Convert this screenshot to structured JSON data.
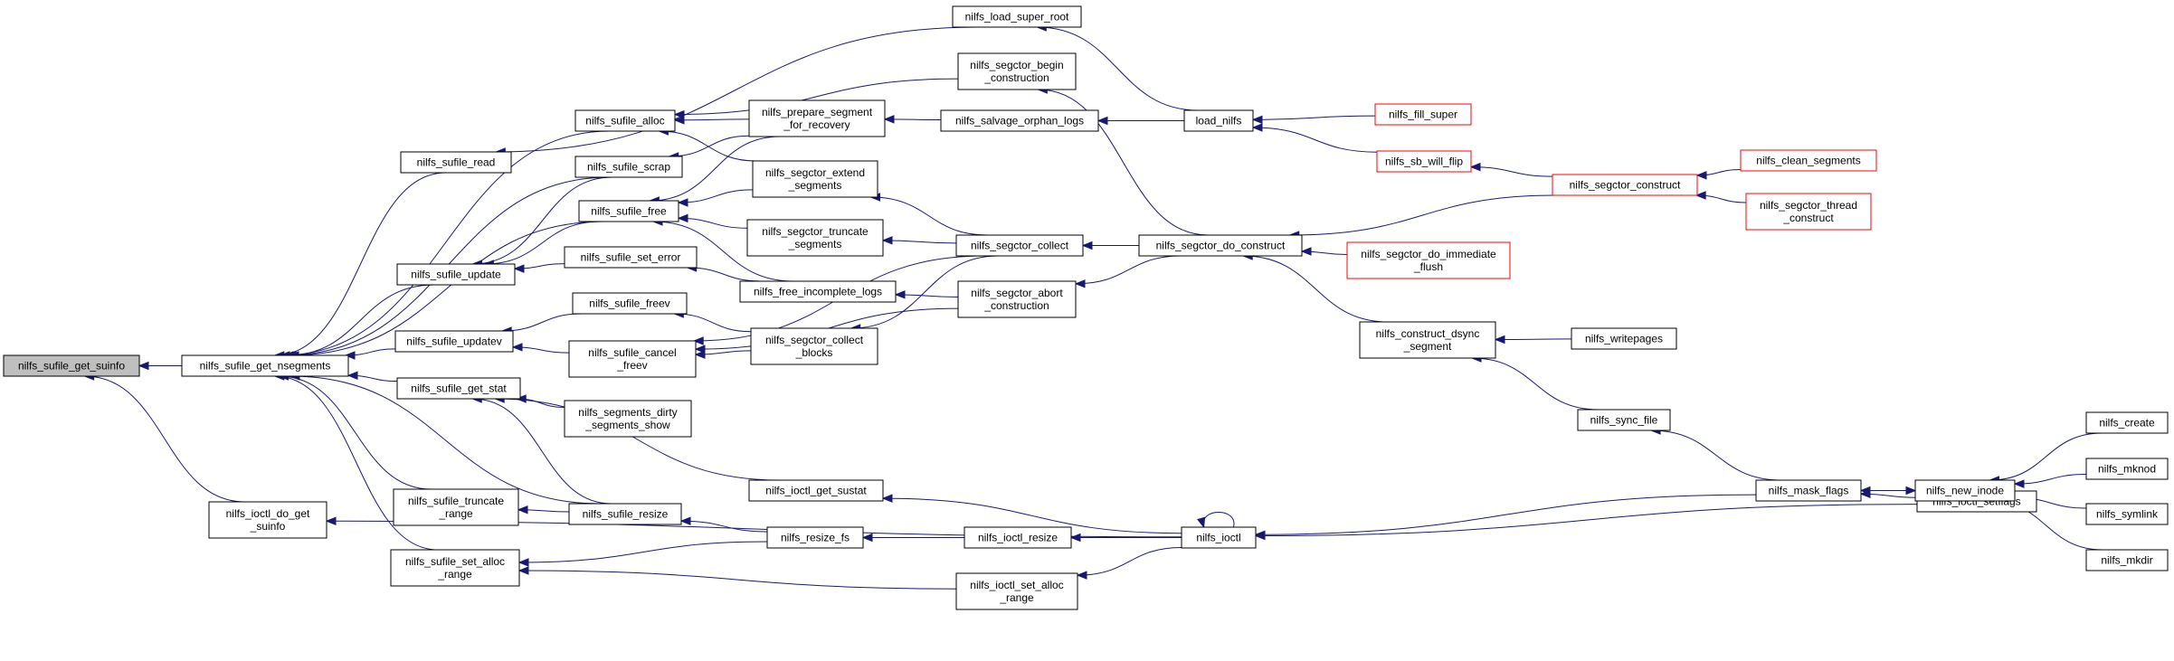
{
  "graph": {
    "nodes": [
      {
        "id": "get_suinfo",
        "lines": [
          "nilfs_sufile_get_suinfo"
        ],
        "style": "root"
      },
      {
        "id": "get_nsegments",
        "lines": [
          "nilfs_sufile_get_nsegments"
        ],
        "style": "normal"
      },
      {
        "id": "ioctl_do_get_suinfo",
        "lines": [
          "nilfs_ioctl_do_get",
          "_suinfo"
        ],
        "style": "normal"
      },
      {
        "id": "sufile_read",
        "lines": [
          "nilfs_sufile_read"
        ],
        "style": "normal"
      },
      {
        "id": "sufile_alloc",
        "lines": [
          "nilfs_sufile_alloc"
        ],
        "style": "normal"
      },
      {
        "id": "sufile_scrap",
        "lines": [
          "nilfs_sufile_scrap"
        ],
        "style": "normal"
      },
      {
        "id": "sufile_free",
        "lines": [
          "nilfs_sufile_free"
        ],
        "style": "normal"
      },
      {
        "id": "sufile_update",
        "lines": [
          "nilfs_sufile_update"
        ],
        "style": "normal"
      },
      {
        "id": "sufile_set_error",
        "lines": [
          "nilfs_sufile_set_error"
        ],
        "style": "normal"
      },
      {
        "id": "sufile_freev",
        "lines": [
          "nilfs_sufile_freev"
        ],
        "style": "normal"
      },
      {
        "id": "sufile_updatev",
        "lines": [
          "nilfs_sufile_updatev"
        ],
        "style": "normal"
      },
      {
        "id": "sufile_cancel_freev",
        "lines": [
          "nilfs_sufile_cancel",
          "_freev"
        ],
        "style": "normal"
      },
      {
        "id": "sufile_get_stat",
        "lines": [
          "nilfs_sufile_get_stat"
        ],
        "style": "normal"
      },
      {
        "id": "segments_dirty_show",
        "lines": [
          "nilfs_segments_dirty",
          "_segments_show"
        ],
        "style": "normal"
      },
      {
        "id": "sufile_truncate_range",
        "lines": [
          "nilfs_sufile_truncate",
          "_range"
        ],
        "style": "normal"
      },
      {
        "id": "sufile_resize",
        "lines": [
          "nilfs_sufile_resize"
        ],
        "style": "normal"
      },
      {
        "id": "sufile_set_alloc_range",
        "lines": [
          "nilfs_sufile_set_alloc",
          "_range"
        ],
        "style": "normal"
      },
      {
        "id": "load_super_root",
        "lines": [
          "nilfs_load_super_root"
        ],
        "style": "normal"
      },
      {
        "id": "segctor_begin_construction",
        "lines": [
          "nilfs_segctor_begin",
          "_construction"
        ],
        "style": "normal"
      },
      {
        "id": "prepare_segment_for_recovery",
        "lines": [
          "nilfs_prepare_segment",
          "_for_recovery"
        ],
        "style": "normal"
      },
      {
        "id": "segctor_extend_segments",
        "lines": [
          "nilfs_segctor_extend",
          "_segments"
        ],
        "style": "normal"
      },
      {
        "id": "segctor_truncate_segments",
        "lines": [
          "nilfs_segctor_truncate",
          "_segments"
        ],
        "style": "normal"
      },
      {
        "id": "free_incomplete_logs",
        "lines": [
          "nilfs_free_incomplete_logs"
        ],
        "style": "normal"
      },
      {
        "id": "segctor_collect_blocks",
        "lines": [
          "nilfs_segctor_collect",
          "_blocks"
        ],
        "style": "normal"
      },
      {
        "id": "ioctl_get_sustat",
        "lines": [
          "nilfs_ioctl_get_sustat"
        ],
        "style": "normal"
      },
      {
        "id": "resize_fs",
        "lines": [
          "nilfs_resize_fs"
        ],
        "style": "normal"
      },
      {
        "id": "salvage_orphan_logs",
        "lines": [
          "nilfs_salvage_orphan_logs"
        ],
        "style": "normal"
      },
      {
        "id": "segctor_collect",
        "lines": [
          "nilfs_segctor_collect"
        ],
        "style": "normal"
      },
      {
        "id": "segctor_abort_construction",
        "lines": [
          "nilfs_segctor_abort",
          "_construction"
        ],
        "style": "normal"
      },
      {
        "id": "ioctl_resize",
        "lines": [
          "nilfs_ioctl_resize"
        ],
        "style": "normal"
      },
      {
        "id": "ioctl_set_alloc_range",
        "lines": [
          "nilfs_ioctl_set_alloc",
          "_range"
        ],
        "style": "normal"
      },
      {
        "id": "load_nilfs",
        "lines": [
          "load_nilfs"
        ],
        "style": "normal"
      },
      {
        "id": "segctor_do_construct",
        "lines": [
          "nilfs_segctor_do_construct"
        ],
        "style": "normal"
      },
      {
        "id": "construct_dsync_segment",
        "lines": [
          "nilfs_construct_dsync",
          "_segment"
        ],
        "style": "normal"
      },
      {
        "id": "ioctl",
        "lines": [
          "nilfs_ioctl"
        ],
        "style": "normal"
      },
      {
        "id": "fill_super",
        "lines": [
          "nilfs_fill_super"
        ],
        "style": "red"
      },
      {
        "id": "sb_will_flip",
        "lines": [
          "nilfs_sb_will_flip"
        ],
        "style": "red"
      },
      {
        "id": "segctor_do_immediate_flush",
        "lines": [
          "nilfs_segctor_do_immediate",
          "_flush"
        ],
        "style": "red"
      },
      {
        "id": "writepages",
        "lines": [
          "nilfs_writepages"
        ],
        "style": "normal"
      },
      {
        "id": "sync_file",
        "lines": [
          "nilfs_sync_file"
        ],
        "style": "normal"
      },
      {
        "id": "segctor_construct",
        "lines": [
          "nilfs_segctor_construct"
        ],
        "style": "red"
      },
      {
        "id": "mask_flags",
        "lines": [
          "nilfs_mask_flags"
        ],
        "style": "normal"
      },
      {
        "id": "ioctl_setflags",
        "lines": [
          "nilfs_ioctl_setflags"
        ],
        "style": "normal"
      },
      {
        "id": "clean_segments",
        "lines": [
          "nilfs_clean_segments"
        ],
        "style": "red"
      },
      {
        "id": "segctor_thread_construct",
        "lines": [
          "nilfs_segctor_thread",
          "_construct"
        ],
        "style": "red"
      },
      {
        "id": "new_inode",
        "lines": [
          "nilfs_new_inode"
        ],
        "style": "normal"
      },
      {
        "id": "create",
        "lines": [
          "nilfs_create"
        ],
        "style": "normal"
      },
      {
        "id": "mknod",
        "lines": [
          "nilfs_mknod"
        ],
        "style": "normal"
      },
      {
        "id": "symlink",
        "lines": [
          "nilfs_symlink"
        ],
        "style": "normal"
      },
      {
        "id": "mkdir",
        "lines": [
          "nilfs_mkdir"
        ],
        "style": "normal"
      }
    ],
    "edges": [
      {
        "from": "get_nsegments",
        "to": "get_suinfo"
      },
      {
        "from": "ioctl_do_get_suinfo",
        "to": "get_suinfo"
      },
      {
        "from": "sufile_read",
        "to": "get_nsegments"
      },
      {
        "from": "sufile_alloc",
        "to": "get_nsegments"
      },
      {
        "from": "sufile_scrap",
        "to": "get_nsegments"
      },
      {
        "from": "sufile_free",
        "to": "get_nsegments"
      },
      {
        "from": "sufile_update",
        "to": "get_nsegments"
      },
      {
        "from": "sufile_updatev",
        "to": "get_nsegments"
      },
      {
        "from": "sufile_get_stat",
        "to": "get_nsegments"
      },
      {
        "from": "sufile_truncate_range",
        "to": "get_nsegments"
      },
      {
        "from": "sufile_resize",
        "to": "get_nsegments"
      },
      {
        "from": "sufile_set_alloc_range",
        "to": "get_nsegments"
      },
      {
        "from": "load_super_root",
        "to": "sufile_read"
      },
      {
        "from": "segctor_begin_construction",
        "to": "sufile_alloc"
      },
      {
        "from": "prepare_segment_for_recovery",
        "to": "sufile_alloc"
      },
      {
        "from": "segctor_extend_segments",
        "to": "sufile_alloc"
      },
      {
        "from": "prepare_segment_for_recovery",
        "to": "sufile_scrap"
      },
      {
        "from": "prepare_segment_for_recovery",
        "to": "sufile_free"
      },
      {
        "from": "segctor_extend_segments",
        "to": "sufile_free"
      },
      {
        "from": "segctor_truncate_segments",
        "to": "sufile_free"
      },
      {
        "from": "free_incomplete_logs",
        "to": "sufile_free"
      },
      {
        "from": "sufile_scrap",
        "to": "sufile_update"
      },
      {
        "from": "sufile_free",
        "to": "sufile_update"
      },
      {
        "from": "sufile_set_error",
        "to": "sufile_update"
      },
      {
        "from": "free_incomplete_logs",
        "to": "sufile_set_error"
      },
      {
        "from": "sufile_freev",
        "to": "sufile_updatev"
      },
      {
        "from": "sufile_cancel_freev",
        "to": "sufile_updatev"
      },
      {
        "from": "segctor_collect_blocks",
        "to": "sufile_freev"
      },
      {
        "from": "segctor_collect_blocks",
        "to": "sufile_cancel_freev"
      },
      {
        "from": "segctor_collect",
        "to": "sufile_cancel_freev"
      },
      {
        "from": "segctor_abort_construction",
        "to": "sufile_cancel_freev"
      },
      {
        "from": "segments_dirty_show",
        "to": "sufile_get_stat"
      },
      {
        "from": "ioctl_get_sustat",
        "to": "sufile_get_stat"
      },
      {
        "from": "sufile_resize",
        "to": "sufile_get_stat"
      },
      {
        "from": "sufile_resize",
        "to": "sufile_truncate_range"
      },
      {
        "from": "resize_fs",
        "to": "sufile_resize"
      },
      {
        "from": "resize_fs",
        "to": "sufile_set_alloc_range"
      },
      {
        "from": "ioctl_set_alloc_range",
        "to": "sufile_set_alloc_range"
      },
      {
        "from": "ioctl",
        "to": "ioctl_do_get_suinfo"
      },
      {
        "from": "load_nilfs",
        "to": "load_super_root"
      },
      {
        "from": "segctor_do_construct",
        "to": "segctor_begin_construction"
      },
      {
        "from": "salvage_orphan_logs",
        "to": "prepare_segment_for_recovery"
      },
      {
        "from": "segctor_collect",
        "to": "segctor_extend_segments"
      },
      {
        "from": "segctor_collect",
        "to": "segctor_truncate_segments"
      },
      {
        "from": "segctor_abort_construction",
        "to": "free_incomplete_logs"
      },
      {
        "from": "segctor_collect",
        "to": "segctor_collect_blocks"
      },
      {
        "from": "ioctl",
        "to": "ioctl_get_sustat"
      },
      {
        "from": "ioctl_resize",
        "to": "resize_fs"
      },
      {
        "from": "ioctl",
        "to": "ioctl_resize"
      },
      {
        "from": "ioctl",
        "to": "ioctl_set_alloc_range"
      },
      {
        "from": "load_nilfs",
        "to": "salvage_orphan_logs"
      },
      {
        "from": "segctor_do_construct",
        "to": "segctor_collect"
      },
      {
        "from": "segctor_do_construct",
        "to": "segctor_abort_construction"
      },
      {
        "from": "fill_super",
        "to": "load_nilfs"
      },
      {
        "from": "sb_will_flip",
        "to": "load_nilfs"
      },
      {
        "from": "segctor_construct",
        "to": "segctor_do_construct"
      },
      {
        "from": "segctor_do_immediate_flush",
        "to": "segctor_do_construct"
      },
      {
        "from": "construct_dsync_segment",
        "to": "segctor_do_construct"
      },
      {
        "from": "segctor_construct",
        "to": "sb_will_flip"
      },
      {
        "from": "clean_segments",
        "to": "segctor_construct"
      },
      {
        "from": "segctor_thread_construct",
        "to": "segctor_construct"
      },
      {
        "from": "writepages",
        "to": "construct_dsync_segment"
      },
      {
        "from": "sync_file",
        "to": "construct_dsync_segment"
      },
      {
        "from": "mask_flags",
        "to": "sync_file"
      },
      {
        "from": "mask_flags",
        "to": "ioctl"
      },
      {
        "from": "ioctl_setflags",
        "to": "ioctl"
      },
      {
        "from": "ioctl",
        "to": "ioctl"
      },
      {
        "from": "new_inode",
        "to": "mask_flags"
      },
      {
        "from": "mask_flags",
        "to": "new_inode"
      },
      {
        "from": "ioctl_setflags",
        "to": "mask_flags"
      },
      {
        "from": "create",
        "to": "new_inode"
      },
      {
        "from": "mknod",
        "to": "new_inode"
      },
      {
        "from": "symlink",
        "to": "new_inode"
      },
      {
        "from": "mkdir",
        "to": "new_inode"
      }
    ]
  },
  "colors": {
    "edge": "#191970",
    "node_border": "#000000",
    "node_border_incomplete": "#ff0000",
    "root_fill": "#bfbfbf",
    "node_fill": "#ffffff"
  }
}
